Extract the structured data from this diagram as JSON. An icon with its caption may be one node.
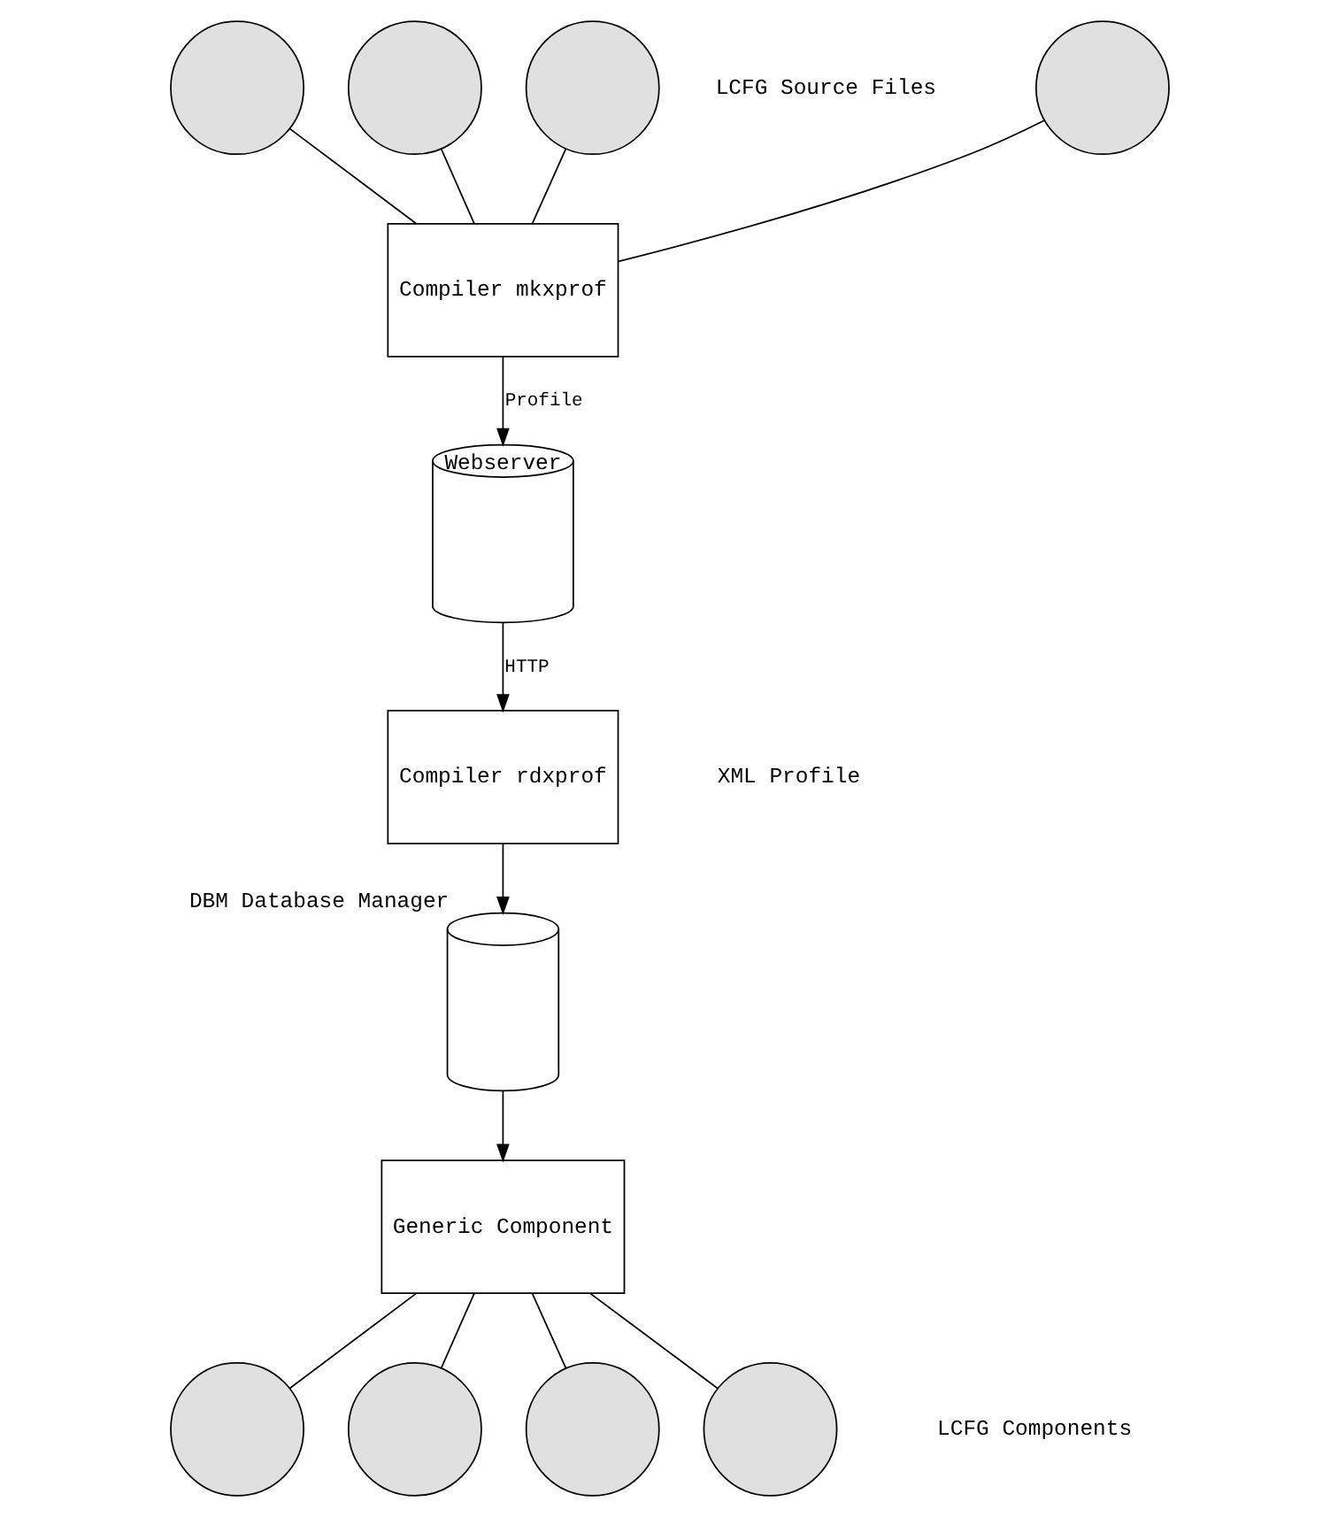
{
  "diagram": {
    "nodes": [
      {
        "text": [],
        "shape": "circle"
      },
      {
        "text": [],
        "shape": "circle"
      },
      {
        "text": [],
        "shape": "circle"
      },
      {
        "text": [],
        "shape": "circle"
      },
      {
        "text": [
          "Compiler mkxprof"
        ]
      },
      {
        "text": [
          "Webserver"
        ]
      },
      {
        "text": [
          "Compiler rdxprof"
        ]
      },
      {
        "text": [],
        "shape": "cylinder",
        "beside": [
          "DBM Database Manager"
        ]
      },
      {
        "text": [
          "Generic Component"
        ]
      },
      {
        "text": [],
        "shape": "circle"
      },
      {
        "text": [],
        "shape": "circle"
      },
      {
        "text": [],
        "shape": "circle"
      },
      {
        "text": [],
        "shape": "circle"
      }
    ],
    "edges": [
      {
        "from": 0,
        "to": 4,
        "arrow": "none"
      },
      {
        "from": 1,
        "to": 4,
        "arrow": "none"
      },
      {
        "from": 2,
        "to": 4,
        "arrow": "none"
      },
      {
        "from": 3,
        "to": 4,
        "arrow": "none"
      },
      {
        "from": 4,
        "to": 5,
        "arrow": "to",
        "label": "Profile"
      },
      {
        "from": 5,
        "to": 6,
        "arrow": "to",
        "label": "HTTP"
      },
      {
        "from": 6,
        "to": 7,
        "arrow": "to"
      },
      {
        "from": 7,
        "to": 8,
        "arrow": "to"
      },
      {
        "from": 8,
        "to": 9,
        "arrow": "none"
      },
      {
        "from": 8,
        "to": 10,
        "arrow": "none"
      },
      {
        "from": 8,
        "to": 11,
        "arrow": "none"
      },
      {
        "from": 8,
        "to": 12,
        "arrow": "none"
      }
    ],
    "labels": [
      "LCFG Source Files",
      "XML Profile",
      "LCFG Components"
    ]
  }
}
